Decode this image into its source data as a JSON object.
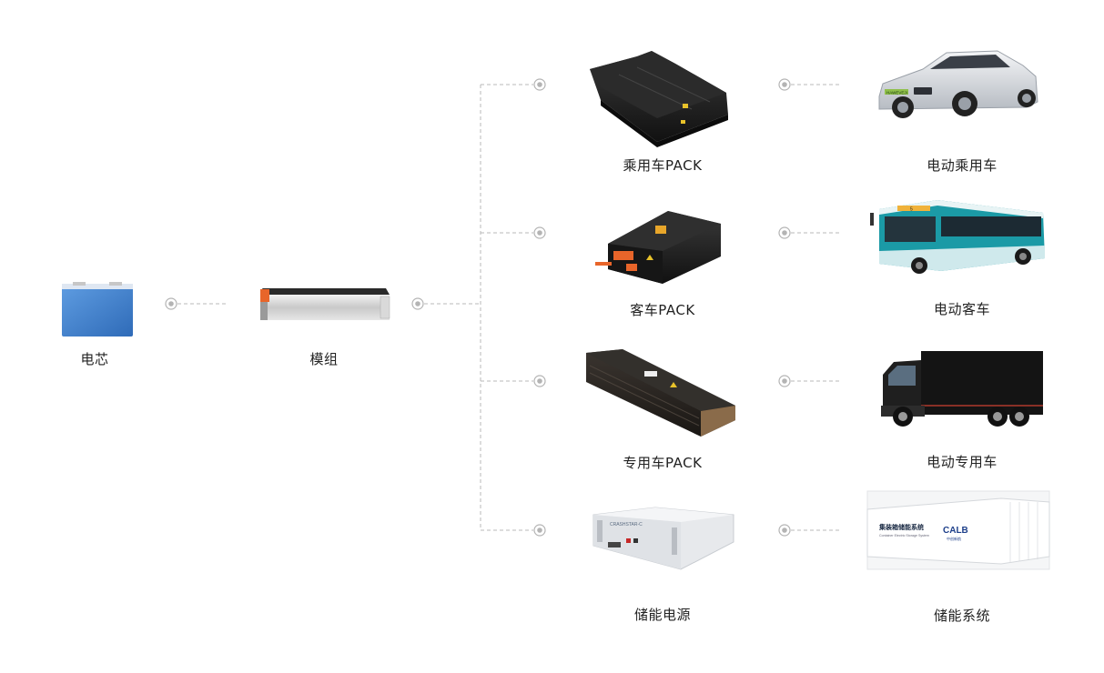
{
  "nodes": {
    "cell": {
      "label": "电芯"
    },
    "module": {
      "label": "模组"
    },
    "packs": [
      {
        "id": "passenger",
        "label": "乘用车PACK"
      },
      {
        "id": "bus",
        "label": "客车PACK"
      },
      {
        "id": "special",
        "label": "专用车PACK"
      },
      {
        "id": "storage_power",
        "label": "储能电源"
      }
    ],
    "applications": [
      {
        "id": "ev_car",
        "label": "电动乘用车"
      },
      {
        "id": "ev_bus",
        "label": "电动客车"
      },
      {
        "id": "ev_truck",
        "label": "电动专用车"
      },
      {
        "id": "ess",
        "label": "储能系统"
      }
    ]
  },
  "device_text": {
    "car_plate": "HAWEVEJI",
    "bus_route": "5",
    "bus_display": "",
    "truck_cab": "",
    "ess_title": "集装箱储能系统",
    "ess_subtitle": "Container Electric Storage System",
    "ess_brand": "CALB",
    "ess_brand_sub": "中创新航",
    "rack_brand": "CRASHSTAR-C"
  },
  "colors": {
    "connector": "#b9b9b9",
    "cell_blue": "#3f7ecb",
    "module_orange": "#e8652a",
    "bus_teal": "#1b9aa6",
    "text": "#222222"
  }
}
